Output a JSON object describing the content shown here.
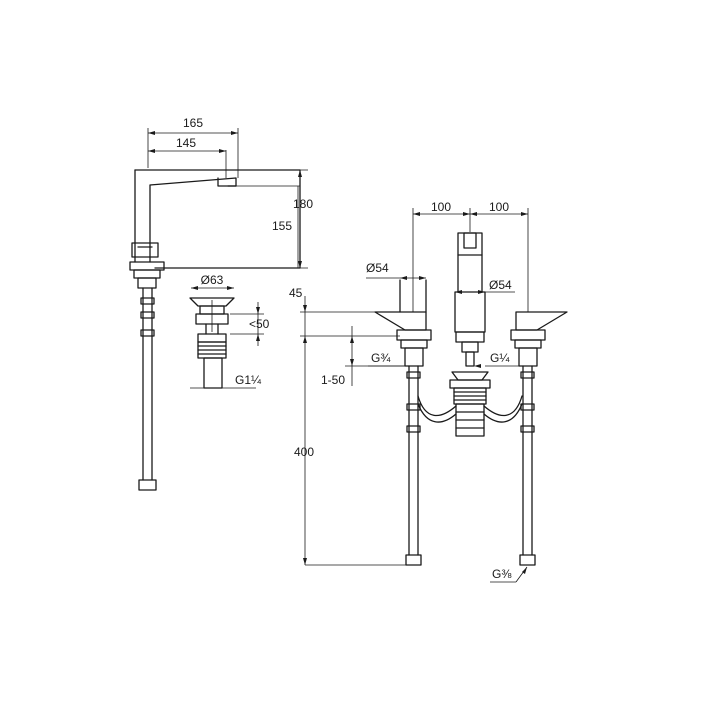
{
  "dimensions": {
    "spout_reach_total": "165",
    "spout_reach_outlet": "145",
    "spout_height_total": "180",
    "spout_height_outlet": "155",
    "waste_diameter": "Ø63",
    "waste_lift": "<50",
    "waste_thread": "G1¼",
    "deck_thickness": "45",
    "deck_range": "1-50",
    "handle_spacing_left": "100",
    "handle_spacing_right": "100",
    "handle_diameter": "Ø54",
    "spout_diameter": "Ø54",
    "handle_thread": "G¾",
    "spout_thread": "G¼",
    "hose_length": "400",
    "hose_connection": "G⅜"
  }
}
